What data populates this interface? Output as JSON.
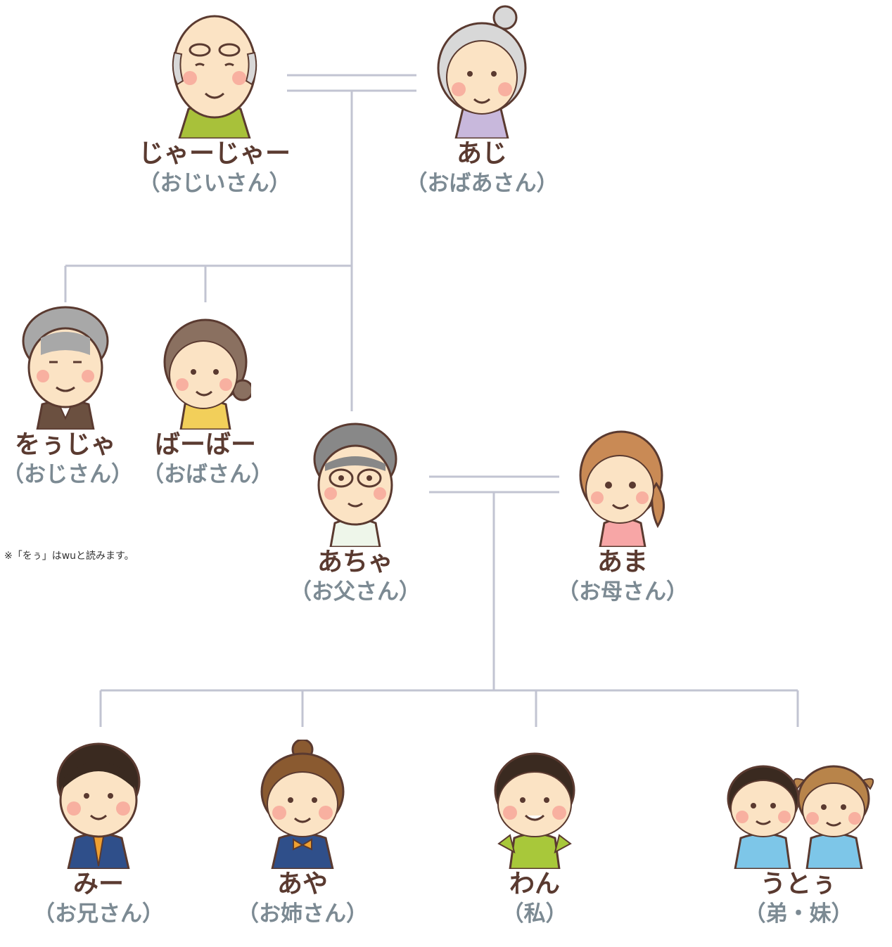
{
  "people": {
    "grandfather": {
      "name": "じゃーじゃー",
      "reading": "（おじいさん）",
      "icon": "grandfather-icon"
    },
    "grandmother": {
      "name": "あじ",
      "reading": "（おばあさん）",
      "icon": "grandmother-icon"
    },
    "uncle": {
      "name": "をぅじゃ",
      "reading": "（おじさん）",
      "icon": "uncle-icon"
    },
    "aunt": {
      "name": "ばーばー",
      "reading": "（おばさん）",
      "icon": "aunt-icon"
    },
    "father": {
      "name": "あちゃ",
      "reading": "（お父さん）",
      "icon": "father-icon"
    },
    "mother": {
      "name": "あま",
      "reading": "（お母さん）",
      "icon": "mother-icon"
    },
    "older_brother": {
      "name": "みー",
      "reading": "（お兄さん）",
      "icon": "older-brother-icon"
    },
    "older_sister": {
      "name": "あや",
      "reading": "（お姉さん）",
      "icon": "older-sister-icon"
    },
    "self": {
      "name": "わん",
      "reading": "（私）",
      "icon": "self-boy-icon"
    },
    "younger": {
      "name": "うとぅ",
      "reading": "（弟・妹）",
      "icon": "younger-siblings-icon"
    }
  },
  "note": "※「をぅ」はwuと読みます。",
  "colors": {
    "line": "#c2c4d2",
    "name_text": "#5a3a30",
    "reading_text": "#7c8a93",
    "skin": "#fbe3c4",
    "outline": "#5a3a30",
    "cheek": "#f8b0a0"
  }
}
